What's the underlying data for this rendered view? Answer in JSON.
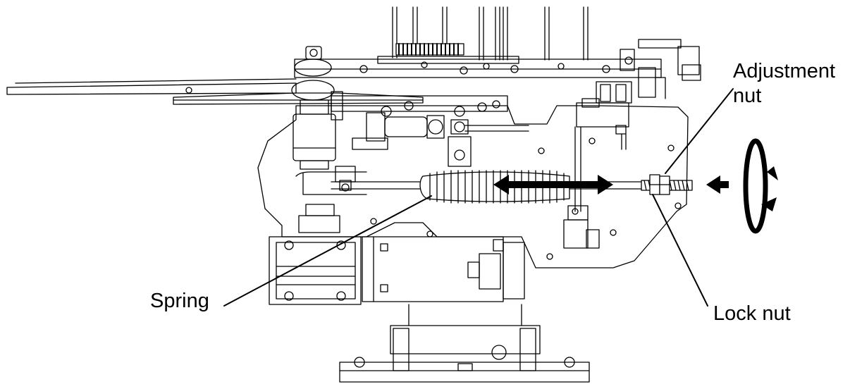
{
  "labels": {
    "adjustment_nut_line1": "Adjustment",
    "adjustment_nut_line2": "nut",
    "spring": "Spring",
    "lock_nut": "Lock nut"
  },
  "colors": {
    "line": "#000000",
    "background": "#ffffff"
  }
}
